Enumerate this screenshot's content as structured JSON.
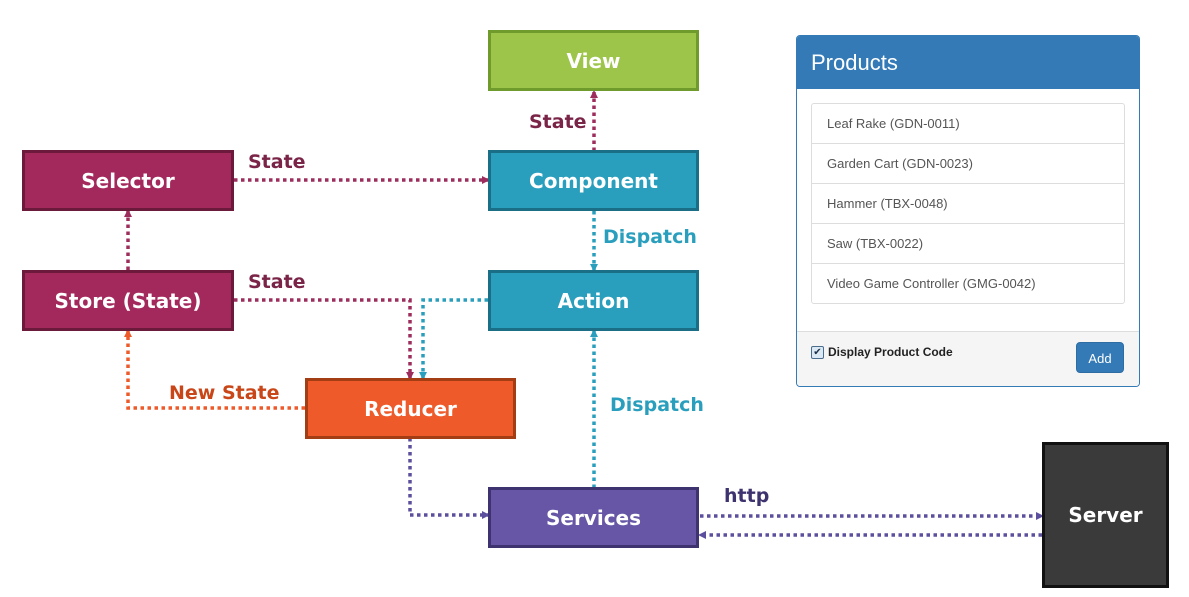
{
  "colors": {
    "view": "#9cc54a",
    "view_border": "#6f9a2c",
    "component": "#2a9fbd",
    "component_border": "#1a6e86",
    "selector": "#a3295d",
    "selector_border": "#6b1a3c",
    "reducer": "#ee5a2a",
    "reducer_border": "#a33d14",
    "services": "#6656a5",
    "services_border": "#3f336f",
    "server": "#3a3a3a",
    "server_border": "#111111",
    "state_arrow": "#9c2d5c",
    "dispatch_arrow": "#2a9fbd",
    "newstate_arrow": "#ee5a2a",
    "http_arrow": "#5b4f9e"
  },
  "nodes": {
    "view": "View",
    "component": "Component",
    "selector": "Selector",
    "store": "Store (State)",
    "action": "Action",
    "reducer": "Reducer",
    "services": "Services",
    "server": "Server"
  },
  "edge_labels": {
    "component_to_view": "State",
    "selector_to_component": "State",
    "component_to_action": "Dispatch",
    "store_to_reducer": "State",
    "reducer_to_store": "New State",
    "services_to_action": "Dispatch",
    "services_server": "http"
  },
  "products_panel": {
    "title": "Products",
    "items": [
      "Leaf Rake (GDN-0011)",
      "Garden Cart (GDN-0023)",
      "Hammer (TBX-0048)",
      "Saw (TBX-0022)",
      "Video Game Controller (GMG-0042)"
    ],
    "checkbox_label": "Display Product Code",
    "checkbox_checked": true,
    "add_button": "Add"
  }
}
